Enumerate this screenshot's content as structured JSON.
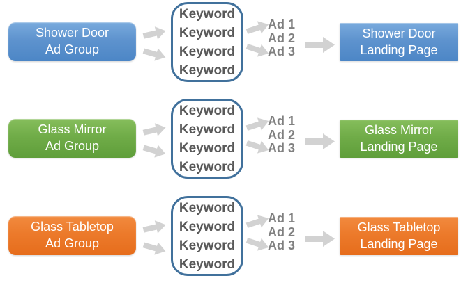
{
  "diagram": {
    "background_color": "#FFFFFF",
    "arrow_color": "#D2D2D2",
    "keyword_box_border_color": "#41719C",
    "keyword_text_color": "#595959",
    "ad_text_color": "#808080",
    "rows": [
      {
        "ad_group_label": "Shower Door\nAd Group",
        "keywords": [
          "Keyword",
          "Keyword",
          "Keyword",
          "Keyword"
        ],
        "ads": [
          "Ad 1",
          "Ad 2",
          "Ad 3"
        ],
        "landing_page_label": "Shower Door\nLanding Page",
        "accent_top": "#79AADD",
        "accent_bottom": "#4C86C6"
      },
      {
        "ad_group_label": "Glass Mirror\nAd Group",
        "keywords": [
          "Keyword",
          "Keyword",
          "Keyword",
          "Keyword"
        ],
        "ads": [
          "Ad 1",
          "Ad 2",
          "Ad 3"
        ],
        "landing_page_label": "Glass Mirror\nLanding Page",
        "accent_top": "#86BE5C",
        "accent_bottom": "#5F9E3A"
      },
      {
        "ad_group_label": "Glass Tabletop\nAd Group",
        "keywords": [
          "Keyword",
          "Keyword",
          "Keyword",
          "Keyword"
        ],
        "ads": [
          "Ad 1",
          "Ad 2",
          "Ad 3"
        ],
        "landing_page_label": "Glass Tabletop\nLanding Page",
        "accent_top": "#F28A3E",
        "accent_bottom": "#E66D1C"
      }
    ]
  }
}
